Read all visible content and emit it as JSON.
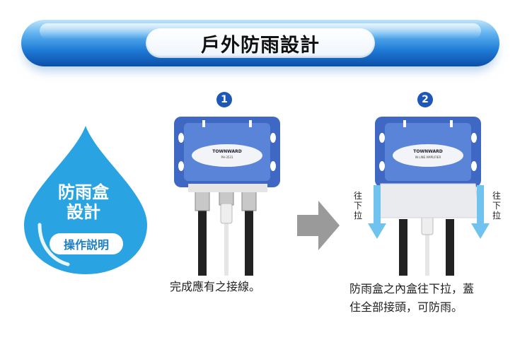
{
  "banner": {
    "title": "戶外防雨設計"
  },
  "drop": {
    "line1": "防雨盒",
    "line2": "設計",
    "pill": "操作説明"
  },
  "steps": [
    {
      "number": "1",
      "caption": "完成應有之接線。"
    },
    {
      "number": "2",
      "caption_line1": "防雨盒之內盒往下拉，蓋",
      "caption_line2": "住全部接頭，可防雨。"
    }
  ],
  "device": {
    "brand": "TOWNWARD",
    "model": "PH-3531",
    "subtitle": "IN LINE AMPLIFIER"
  },
  "pull_label": [
    "往",
    "下",
    "拉"
  ],
  "colors": {
    "banner_dark": "#0b4fa8",
    "banner_light": "#5fb2ef",
    "drop_blue": "#2aa3e3",
    "step_blue": "#1f57b8",
    "arrow_blue": "#6fc3ee",
    "device_blue": "#3f68c4"
  }
}
